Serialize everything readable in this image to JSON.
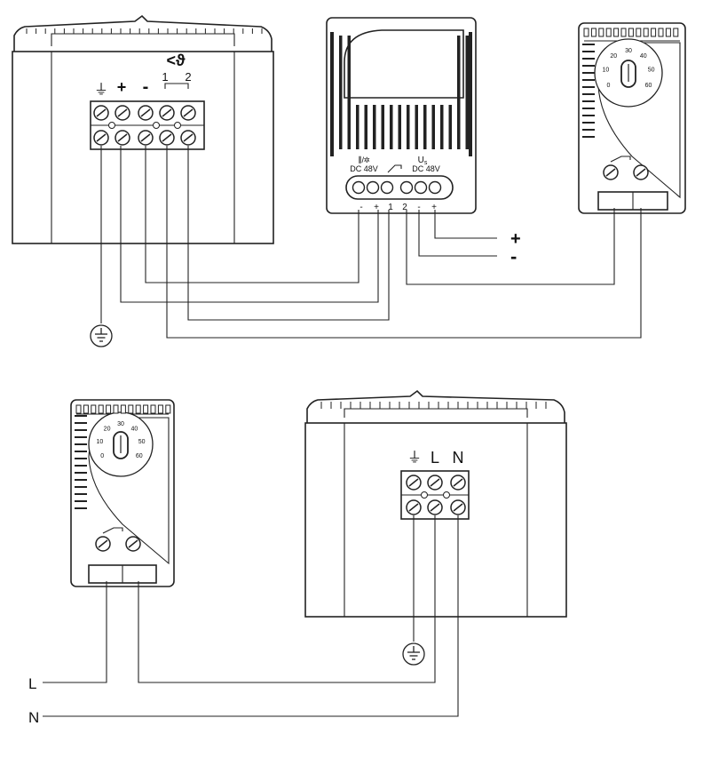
{
  "top_heater": {
    "terminals": [
      "⏚",
      "+",
      "-",
      "<ϑ"
    ],
    "contact_numbers": [
      "1",
      "2"
    ]
  },
  "controller": {
    "label_left_icons": "⫼/✲",
    "label_left_rating": "DC 48V",
    "label_right_title": "U",
    "label_right_sub": "s",
    "label_right_rating": "DC 48V",
    "pin_labels": [
      "-",
      "+",
      "1",
      "2",
      "-",
      "+"
    ]
  },
  "supply": {
    "plus": "+",
    "minus": "-"
  },
  "thermostat_scale": [
    "0",
    "10",
    "20",
    "30",
    "40",
    "50",
    "60"
  ],
  "bottom_heater": {
    "terminals": [
      "⏚",
      "L",
      "N"
    ]
  },
  "mains": {
    "L": "L",
    "N": "N"
  }
}
